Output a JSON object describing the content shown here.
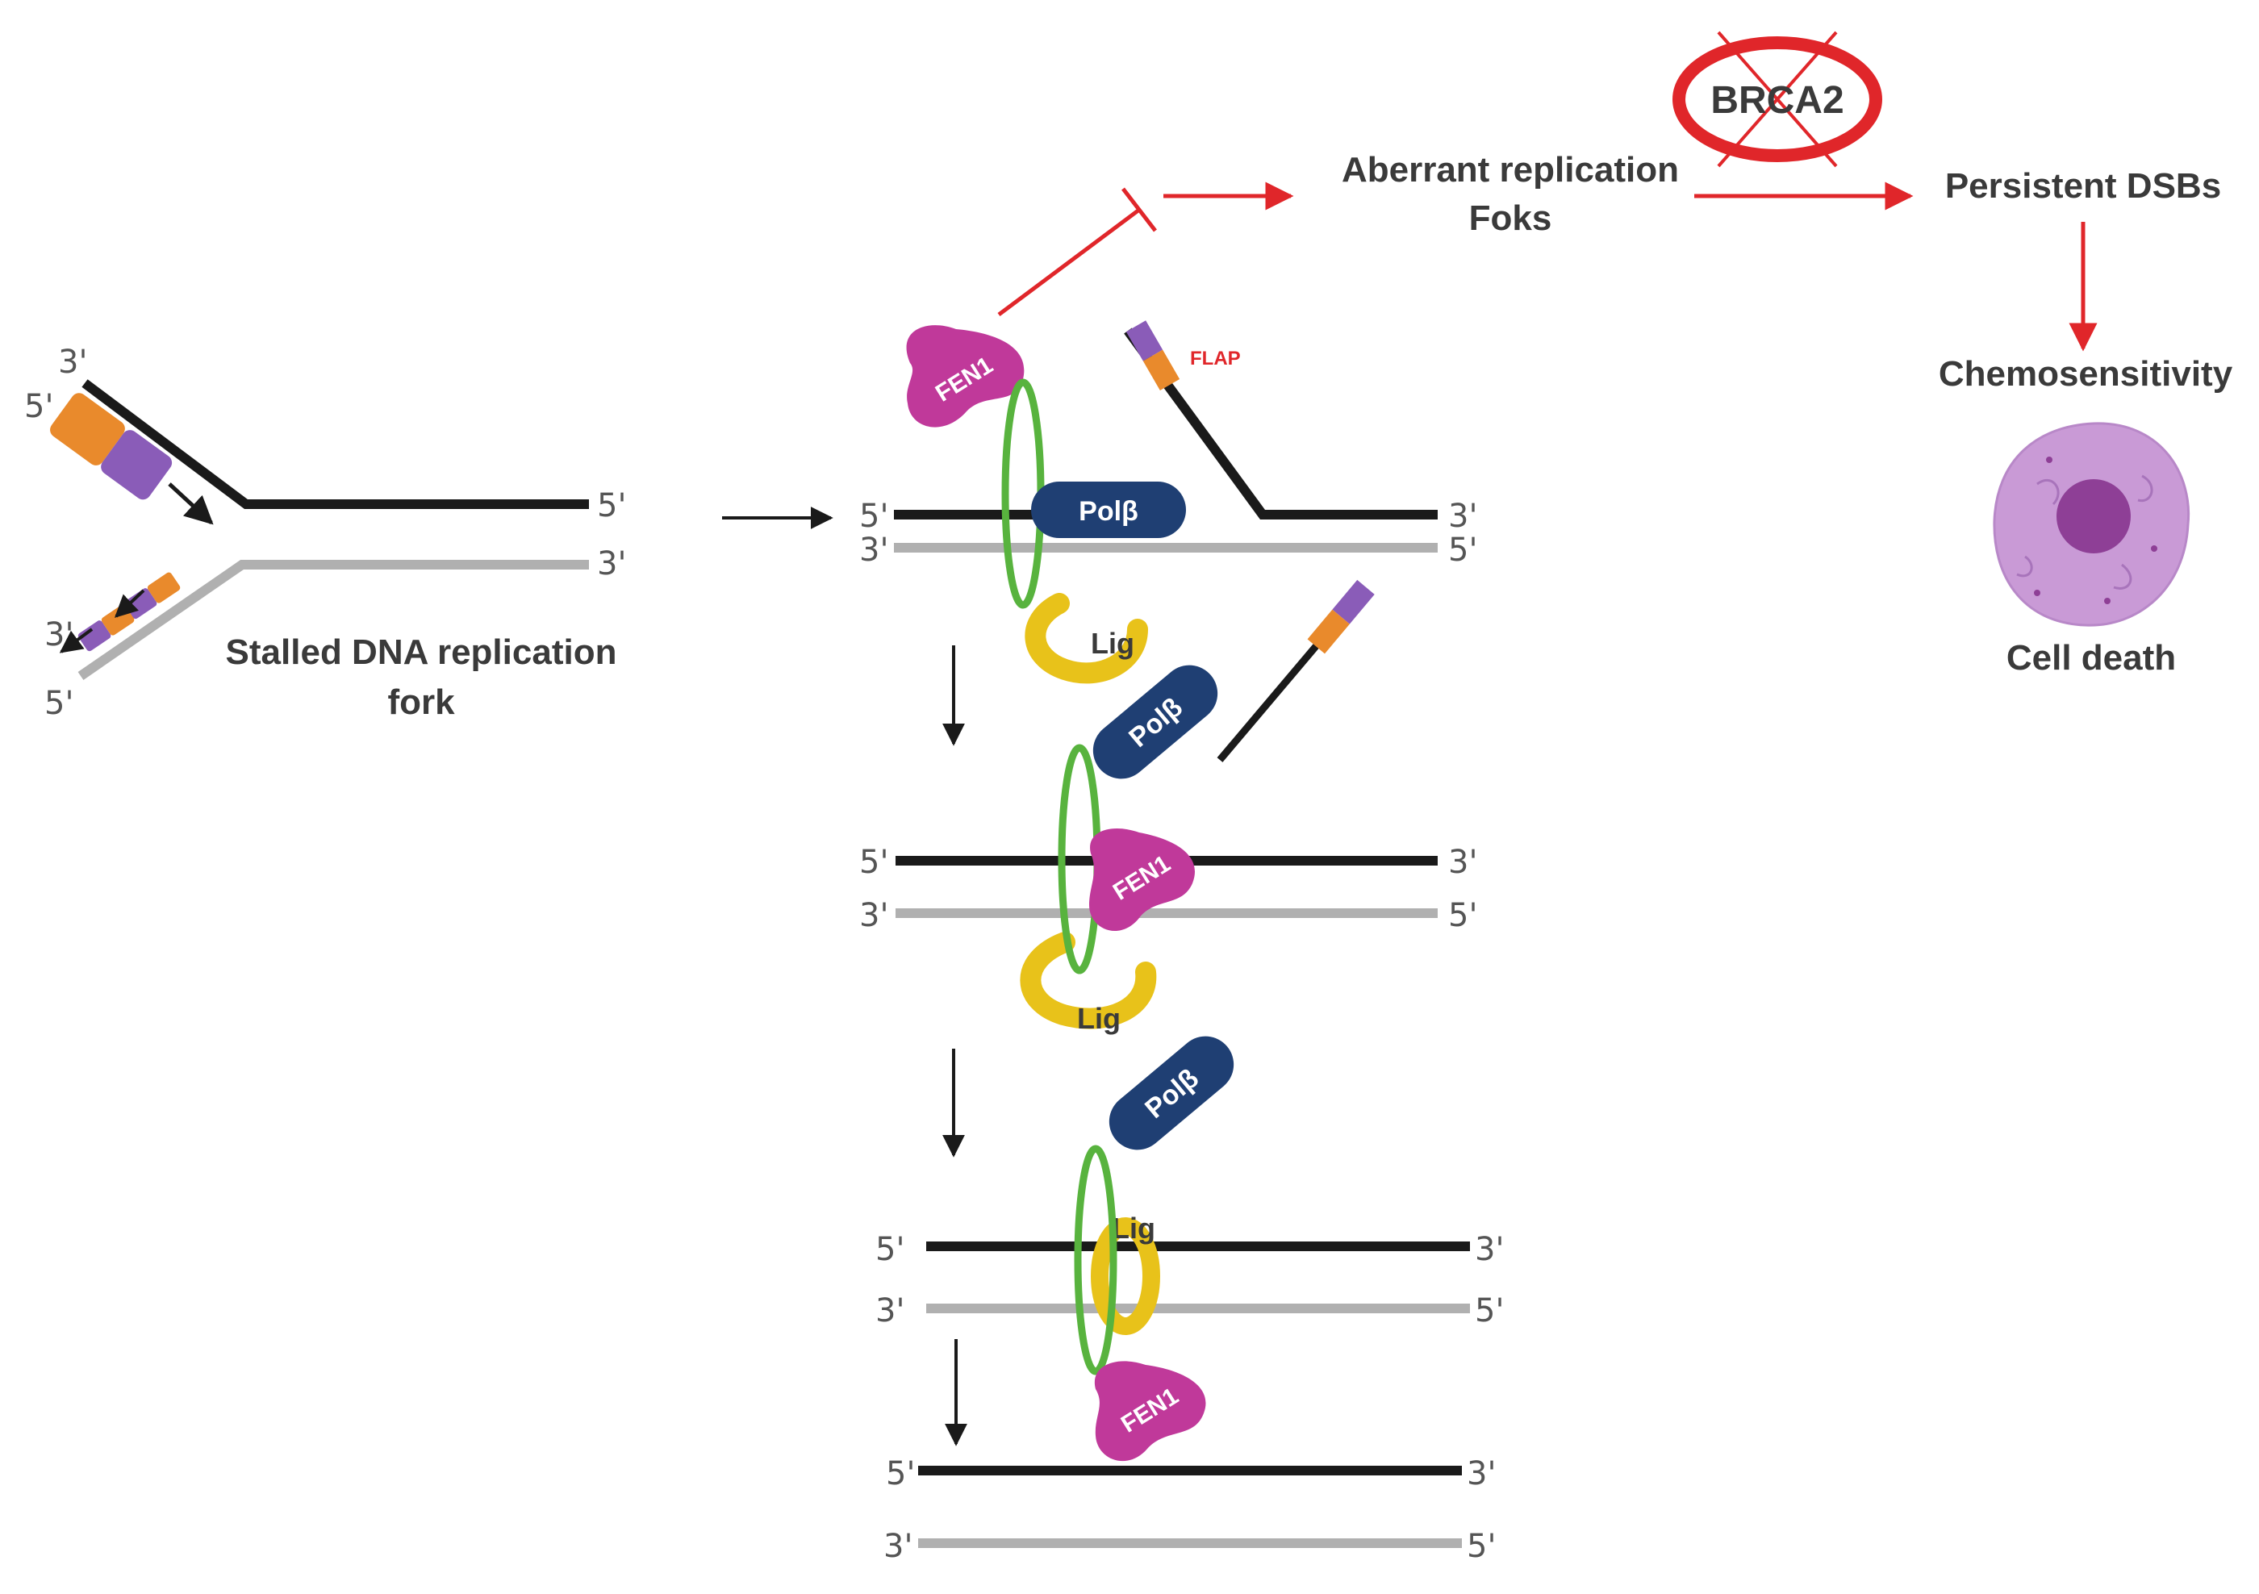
{
  "labels": {
    "stalled_fork": "Stalled DNA replication",
    "stalled_fork_2": "fork",
    "aberrant": "Aberrant replication",
    "aberrant_2": "Foks",
    "persistent": "Persistent DSBs",
    "chemo": "Chemosensitivity",
    "cell_death": "Cell death",
    "brca2": "BRCA2",
    "flap": "FLAP"
  },
  "proteins": {
    "fen1": "FEN1",
    "polb": "Polβ",
    "lig": "Lig"
  },
  "ends": {
    "five": "5'",
    "three": "3'"
  },
  "colors": {
    "strand_dark": "#1a1a1a",
    "strand_light": "#b0b0b0",
    "fen1": "#c0399a",
    "polb": "#1f3f73",
    "lig": "#e8c21a",
    "clamp": "#58b33e",
    "orange": "#e98a2c",
    "purple": "#8a5cb8",
    "red": "#e0262a",
    "cell": "#c99ad6",
    "nucleus": "#8e3f96"
  }
}
